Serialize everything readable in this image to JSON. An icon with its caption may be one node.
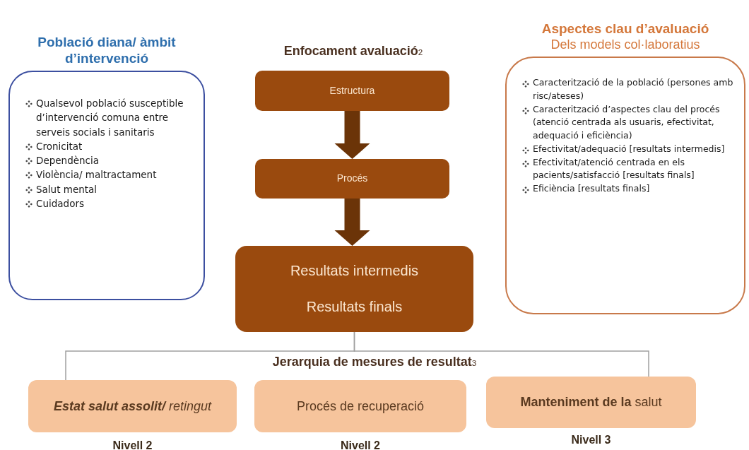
{
  "diagram": {
    "nodes": [
      {
        "text": [
          "Població diana/ àmbit d’intervenció",
          "Qualsevol població susceptible d’intervenció comuna entre serveis socials i sanitaris",
          "Cronicitat",
          "Dependència",
          "Violència/ maltractament",
          "Salut mental",
          "Cuidadors"
        ]
      },
      {
        "text": [
          "Estructura"
        ]
      },
      {
        "text": [
          "Procés"
        ]
      },
      {
        "text": [
          "Resultats intermedis",
          "Resultats finals"
        ]
      },
      {
        "text": [
          "Aspectes clau d’avaluació",
          "Dels models col·laboratius",
          "Caracterització de la població (persones amb risc/ateses)",
          "Caracterització d’aspectes clau del procés (atenció centrada als usuaris, efectivitat, adequació i eficiència)",
          "Efectivitat/adequació [resultats intermedis]",
          "Efectivitat/atenció centrada en els pacients/satisfacció [resultats finals]",
          "Eficiència [resultats finals]"
        ]
      },
      {
        "text": [
          "**Estat salut  assolit/** retingut"
        ],
        "beside": [
          "Nivell 2"
        ]
      },
      {
        "text": [
          "Procés  de recuperació"
        ],
        "beside": [
          "Nivell 2"
        ]
      },
      {
        "text": [
          "**Manteniment de la** salut"
        ],
        "beside": [
          "Nivell 3"
        ]
      }
    ],
    "edges": [
      {
        "from": 1,
        "to": 2,
        "arrow": "to",
        "style": "thick"
      },
      {
        "from": 2,
        "to": 3,
        "arrow": "to",
        "style": "thick"
      },
      {
        "from": 3,
        "to": 5,
        "arrow": "none"
      },
      {
        "from": 3,
        "to": 7,
        "arrow": "none"
      }
    ],
    "labels": [
      "Enfocament avaluació$_{2}$",
      "Jerarquia de mesures de resultat$_{3}$"
    ]
  }
}
